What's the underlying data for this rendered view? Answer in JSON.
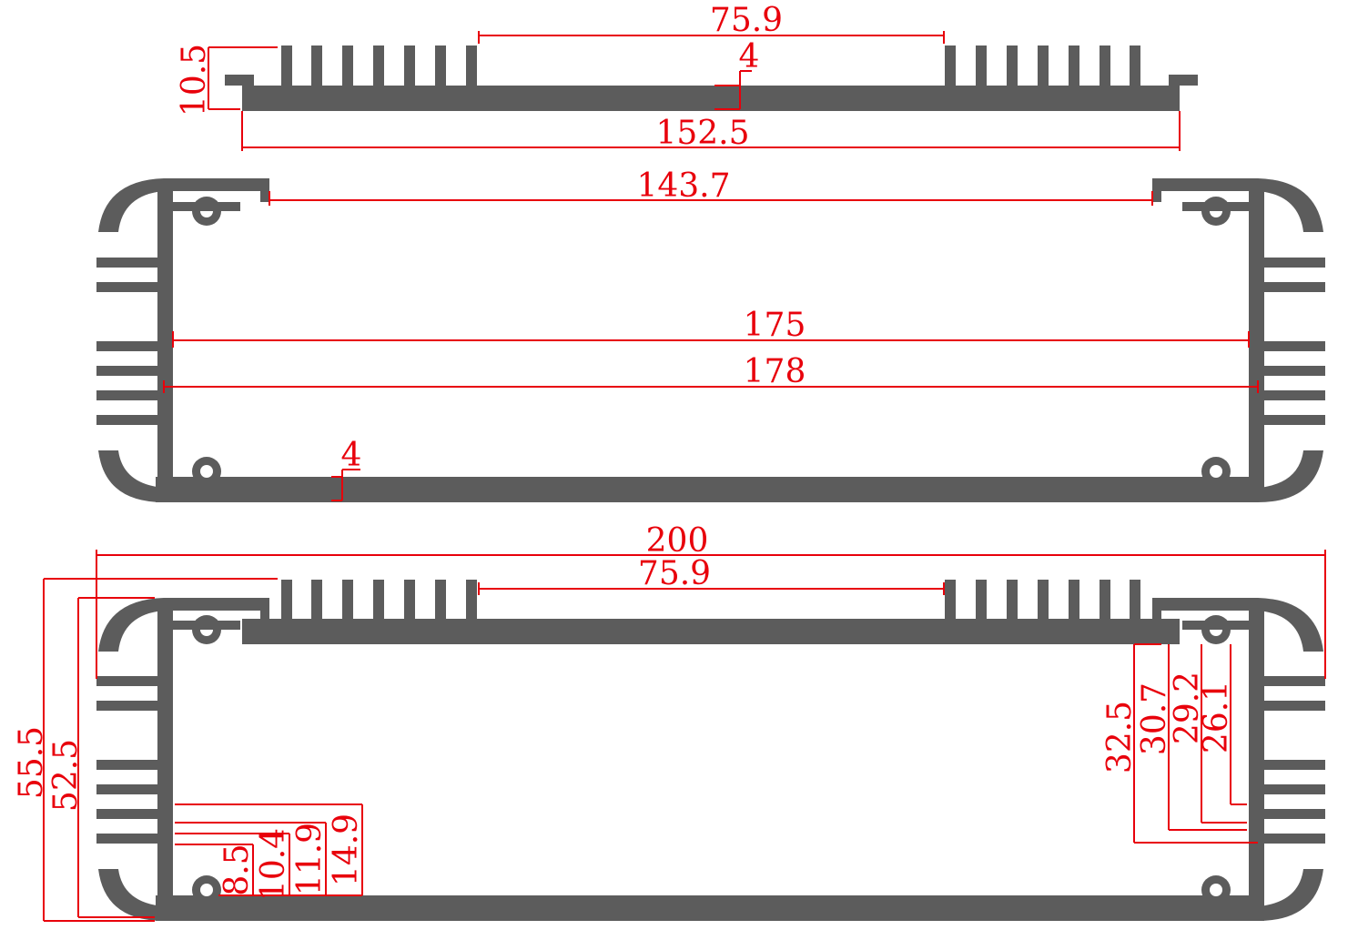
{
  "drawing": {
    "ink_color": "#5c5c5c",
    "dimension_color": "#e8000b",
    "background": "#ffffff"
  },
  "top_view": {
    "fin_gap_width": "75.9",
    "base_thickness": "4",
    "fin_height": "10.5",
    "overall_width": "152.5"
  },
  "middle_view": {
    "top_opening": "143.7",
    "inner_width": "175",
    "groove_width": "178",
    "wall_thickness": "4"
  },
  "assembly_view": {
    "overall_width": "200",
    "fin_gap_width": "75.9",
    "outer_height": "55.5",
    "inner_height": "52.5",
    "left_slots": [
      "8.5",
      "10.4",
      "11.9",
      "14.9"
    ],
    "right_slots": [
      "32.5",
      "30.7",
      "29.2",
      "26.1"
    ]
  }
}
